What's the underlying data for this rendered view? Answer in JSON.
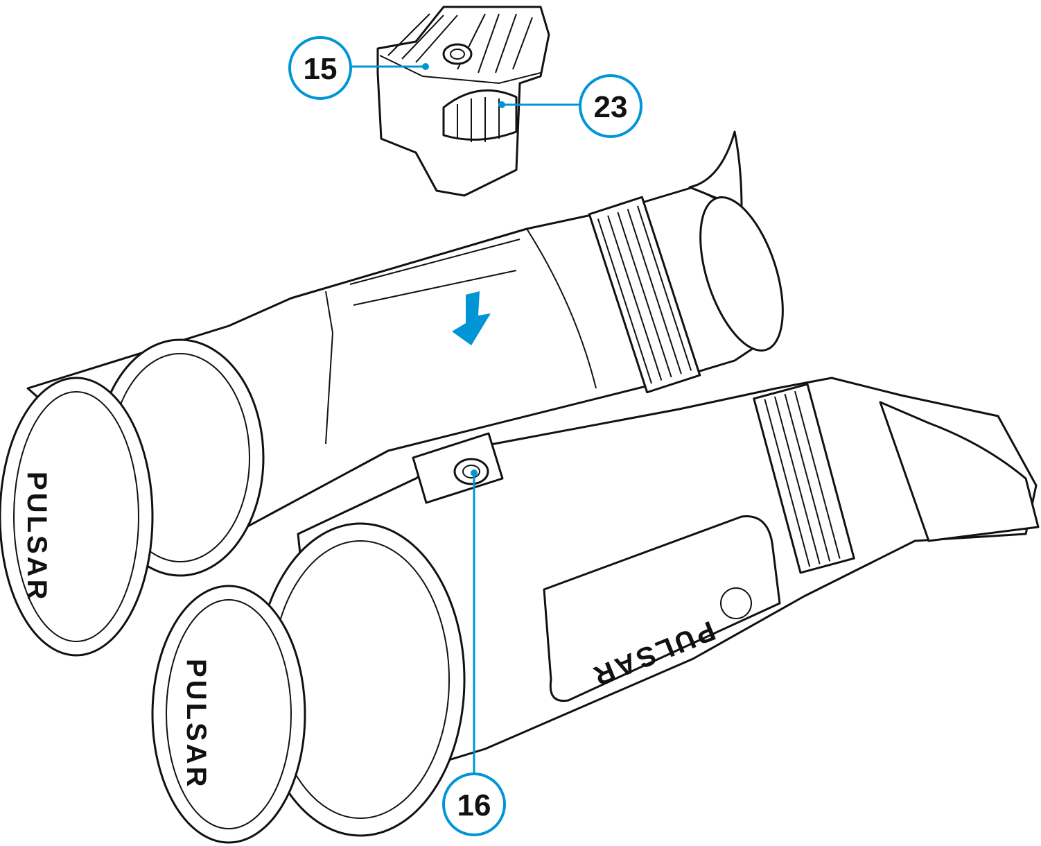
{
  "diagram": {
    "accent_color": "#0096d6",
    "brand_label": "PULSAR",
    "callouts": [
      {
        "number": "15",
        "target": "mount-cap-top"
      },
      {
        "number": "23",
        "target": "mount-cap-knob"
      },
      {
        "number": "16",
        "target": "tripod-socket"
      }
    ]
  }
}
